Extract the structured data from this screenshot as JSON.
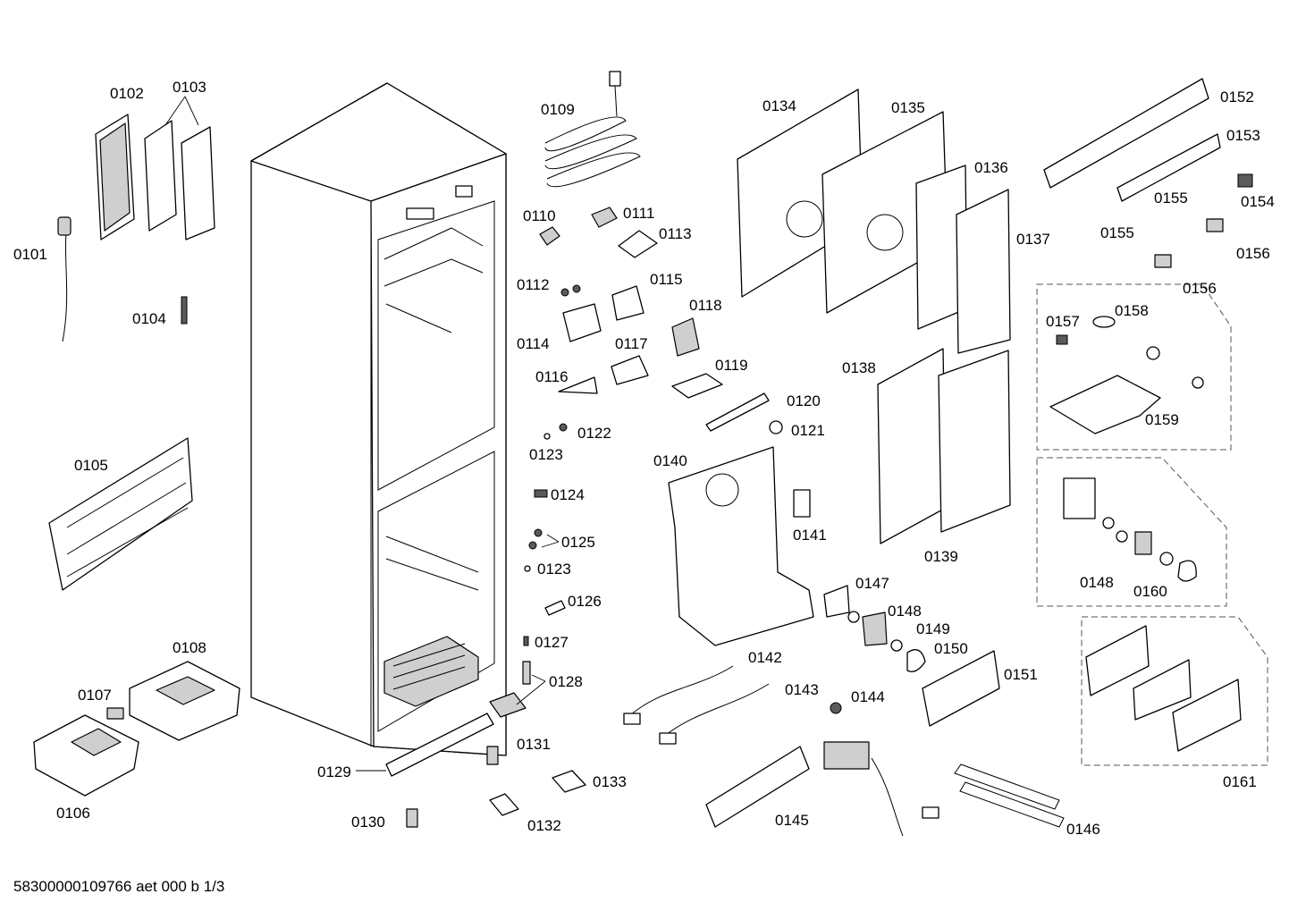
{
  "labels": {
    "p0101": "0101",
    "p0102": "0102",
    "p0103": "0103",
    "p0104": "0104",
    "p0105": "0105",
    "p0106": "0106",
    "p0107": "0107",
    "p0108": "0108",
    "p0109": "0109",
    "p0110": "0110",
    "p0111": "0111",
    "p0112": "0112",
    "p0113": "0113",
    "p0114": "0114",
    "p0115": "0115",
    "p0116": "0116",
    "p0117": "0117",
    "p0118": "0118",
    "p0119": "0119",
    "p0120": "0120",
    "p0121": "0121",
    "p0122": "0122",
    "p0123a": "0123",
    "p0123b": "0123",
    "p0124": "0124",
    "p0125": "0125",
    "p0126": "0126",
    "p0127": "0127",
    "p0128": "0128",
    "p0129": "0129",
    "p0130": "0130",
    "p0131": "0131",
    "p0132": "0132",
    "p0133": "0133",
    "p0134": "0134",
    "p0135": "0135",
    "p0136": "0136",
    "p0137": "0137",
    "p0138": "0138",
    "p0139": "0139",
    "p0140": "0140",
    "p0141": "0141",
    "p0142": "0142",
    "p0143": "0143",
    "p0144": "0144",
    "p0145": "0145",
    "p0146": "0146",
    "p0147": "0147",
    "p0148a": "0148",
    "p0148b": "0148",
    "p0149": "0149",
    "p0150": "0150",
    "p0151": "0151",
    "p0152": "0152",
    "p0153": "0153",
    "p0154": "0154",
    "p0155a": "0155",
    "p0155b": "0155",
    "p0156a": "0156",
    "p0156b": "0156",
    "p0157": "0157",
    "p0158": "0158",
    "p0159": "0159",
    "p0160": "0160",
    "p0161": "0161"
  },
  "footer": "58300000109766 aet 000 b 1/3"
}
